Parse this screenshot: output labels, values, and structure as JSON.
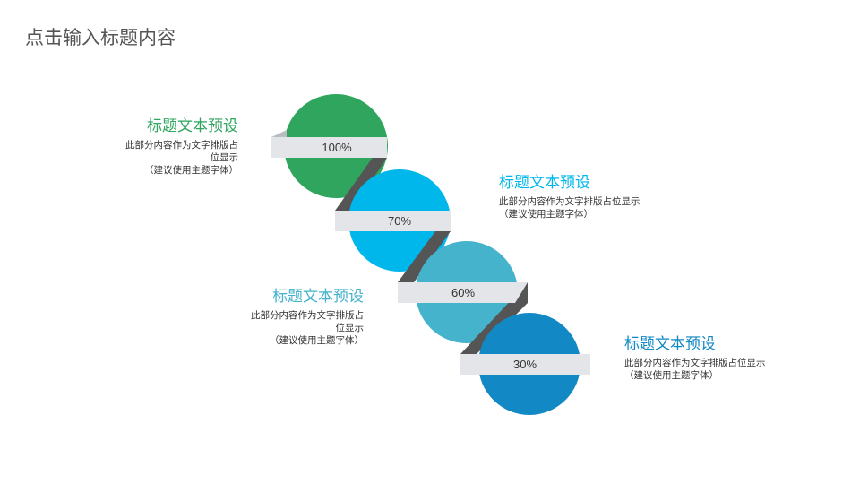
{
  "page_title": "点击输入标题内容",
  "items": [
    {
      "heading": "标题文本预设",
      "line1": "此部分内容作为文字排版占",
      "line2": "位显示",
      "line3": "（建议使用主题字体）",
      "percent": "100%",
      "color": "#2fa55e"
    },
    {
      "heading": "标题文本预设",
      "line1": "此部分内容作为文字排版占位显示",
      "line2": "",
      "line3": "（建议使用主题字体）",
      "percent": "70%",
      "color": "#00b7ec"
    },
    {
      "heading": "标题文本预设",
      "line1": "此部分内容作为文字排版占",
      "line2": "位显示",
      "line3": "（建议使用主题字体）",
      "percent": "60%",
      "color": "#44b3cb"
    },
    {
      "heading": "标题文本预设",
      "line1": "此部分内容作为文字排版占位显示",
      "line2": "",
      "line3": "（建议使用主题字体）",
      "percent": "30%",
      "color": "#1289c4"
    }
  ]
}
